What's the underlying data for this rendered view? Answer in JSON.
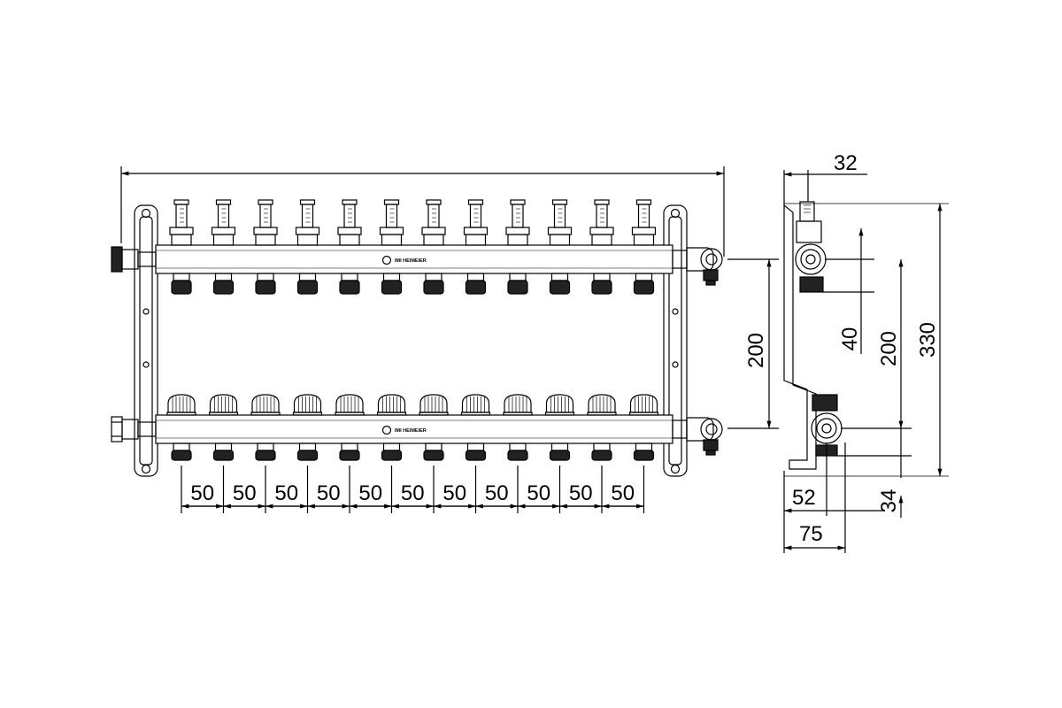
{
  "front_view": {
    "circuits": 12,
    "overall_width_label": "",
    "bar_spacing_label": "200",
    "outlet_spacing_labels": [
      "50",
      "50",
      "50",
      "50",
      "50",
      "50",
      "50",
      "50",
      "50",
      "50",
      "50"
    ],
    "brand_top": "IMI HEIMEIER",
    "brand_bottom": "IMI HEIMEIER"
  },
  "side_view": {
    "depth_label": "32",
    "offset_label": "40",
    "bar_spacing_label": "200",
    "height_label": "330",
    "bottom_offset_label": "34",
    "wall_offset_label": "52",
    "total_depth_label": "75"
  },
  "colors": {
    "line": "#000000",
    "background": "#ffffff"
  }
}
